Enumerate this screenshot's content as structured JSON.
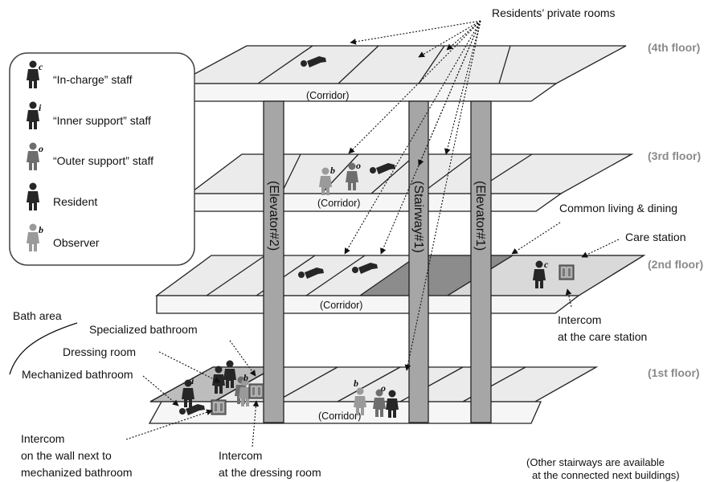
{
  "legend": {
    "items": [
      {
        "label": "“In-charge” staff",
        "tag": "c"
      },
      {
        "label": "“Inner support” staff",
        "tag": "i"
      },
      {
        "label": "“Outer support” staff",
        "tag": "o"
      },
      {
        "label": "Resident",
        "tag": ""
      },
      {
        "label": "Observer",
        "tag": "b"
      }
    ]
  },
  "floors": {
    "f4": "(4th floor)",
    "f3": "(3rd floor)",
    "f2": "(2nd floor)",
    "f1": "(1st floor)"
  },
  "corridor": "(Corridor)",
  "shafts": {
    "elevator2": "(Elevator#2)",
    "stairway1": "(Stairway#1)",
    "elevator1": "(Elevator#1)"
  },
  "annotations": {
    "private_rooms": "Residents’ private rooms",
    "common_living": "Common living & dining",
    "care_station": "Care station",
    "intercom_care_1": "Intercom",
    "intercom_care_2": "at the care station",
    "bath_area": "Bath area",
    "specialized_bathroom": "Specialized bathroom",
    "dressing_room": "Dressing room",
    "mechanized_bathroom": "Mechanized bathroom",
    "intercom_wall_1": "Intercom",
    "intercom_wall_2": "on the wall next to",
    "intercom_wall_3": "mechanized bathroom",
    "intercom_dress_1": "Intercom",
    "intercom_dress_2": "at the dressing room",
    "other_stairs_1": "(Other stairways are available",
    "other_stairs_2": "at the connected next buildings)"
  },
  "figure_tags": {
    "c": "c",
    "i": "i",
    "o": "o",
    "b": "b"
  },
  "colors": {
    "slab_room": "#ebebeb",
    "slab_corridor": "#f6f6f6",
    "slab_dark": "#8c8c8c",
    "shaft": "#a6a6a6",
    "figure_dark": "#262626",
    "figure_mid": "#6e6e6e",
    "figure_light": "#9a9a9a",
    "floor_label": "#8a8a8a"
  }
}
